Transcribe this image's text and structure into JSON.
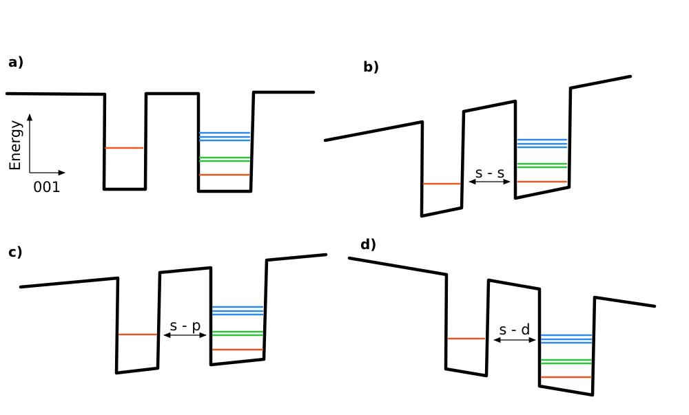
{
  "panels": [
    {
      "label": "a)",
      "coupling": ""
    },
    {
      "label": "b)",
      "coupling": "s - s"
    },
    {
      "label": "c)",
      "coupling": "s - p"
    },
    {
      "label": "d)",
      "coupling": "s - d"
    }
  ],
  "axes": {
    "energy_label": "Energy",
    "direction_label": "001"
  },
  "colors": {
    "band_edge": "#000000",
    "s_level": "#e8581f",
    "p_level": "#2ec23a",
    "d_level": "#2a8ae6"
  }
}
